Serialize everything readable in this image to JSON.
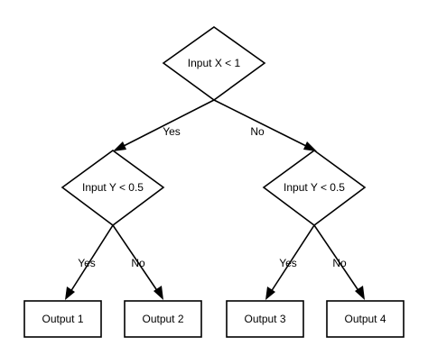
{
  "nodes": {
    "root": "Input X < 1",
    "left_decision": "Input Y < 0.5",
    "right_decision": "Input Y < 0.5",
    "output_1": "Output 1",
    "output_2": "Output 2",
    "output_3": "Output 3",
    "output_4": "Output 4"
  },
  "edges": {
    "root_yes": "Yes",
    "root_no": "No",
    "left_yes": "Yes",
    "left_no": "No",
    "right_yes": "Yes",
    "right_no": "No"
  }
}
